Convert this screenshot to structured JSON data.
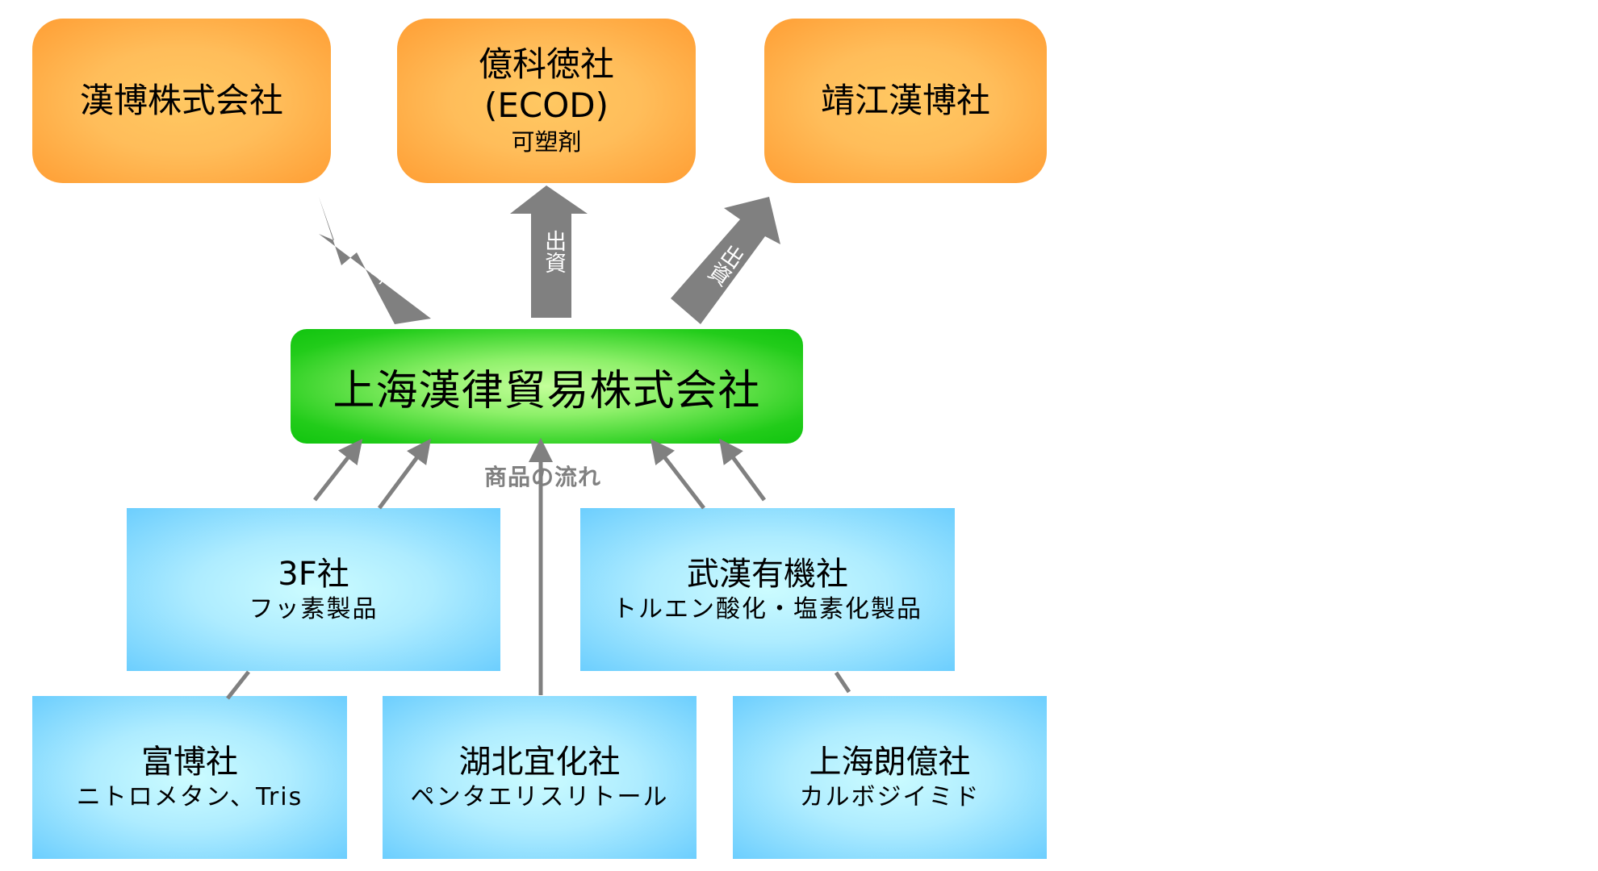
{
  "investors_label": "出資",
  "goods_flow_label": "商品の流れ",
  "invested_companies": [
    {
      "name": "漢博株式会社",
      "detail": ""
    },
    {
      "name": "億科徳社",
      "name2": "(ECOD)",
      "detail": "可塑剤"
    },
    {
      "name": "靖江漢博社",
      "detail": ""
    }
  ],
  "hub": {
    "name": "上海漢律貿易株式会社"
  },
  "suppliers": [
    {
      "name": "3F社",
      "detail": "フッ素製品"
    },
    {
      "name": "武漢有機社",
      "detail": "トルエン酸化・塩素化製品"
    },
    {
      "name": "富博社",
      "detail": "ニトロメタン、Tris"
    },
    {
      "name": "湖北宜化社",
      "detail": "ペンタエリスリトール"
    },
    {
      "name": "上海朗億社",
      "detail": "カルボジイミド"
    }
  ],
  "colors": {
    "invested": "#ffa53e",
    "hub": "#1ac814",
    "supplier": "#6ccefe",
    "arrow": "#808080"
  }
}
